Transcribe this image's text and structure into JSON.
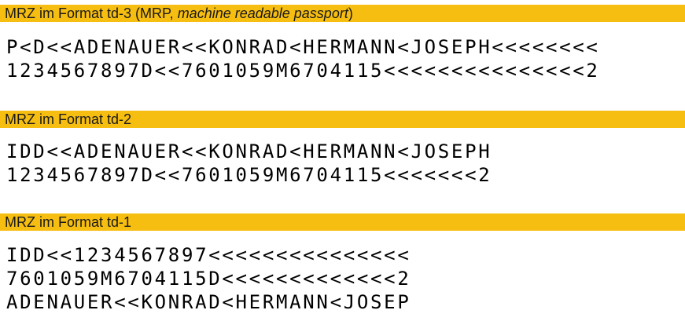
{
  "section_td3": {
    "heading_prefix": "MRZ im Format td-3 (MRP, ",
    "heading_italic": "machine readable passport",
    "heading_suffix": ")",
    "lines": [
      "P<D<<ADENAUER<<KONRAD<HERMANN<JOSEPH<<<<<<<<",
      "1234567897D<<7601059M6704115<<<<<<<<<<<<<<<2"
    ]
  },
  "section_td2": {
    "heading": "MRZ im Format td-2",
    "lines": [
      "IDD<<ADENAUER<<KONRAD<HERMANN<JOSEPH",
      "1234567897D<<7601059M6704115<<<<<<<2"
    ]
  },
  "section_td1": {
    "heading": "MRZ im Format td-1",
    "lines": [
      "IDD<<1234567897<<<<<<<<<<<<<<<",
      "7601059M6704115D<<<<<<<<<<<<<2",
      "ADENAUER<<KONRAD<HERMANN<JOSEP"
    ]
  },
  "colors": {
    "heading_bar": "#f7be12",
    "text": "#000000"
  }
}
